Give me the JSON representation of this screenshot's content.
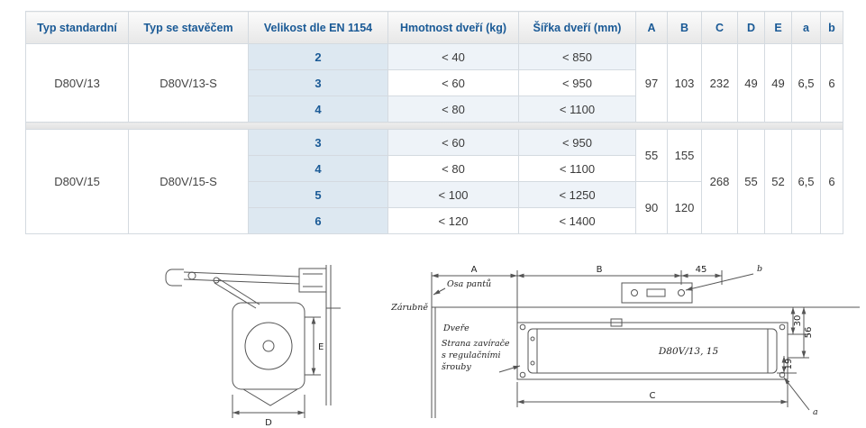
{
  "table": {
    "headers": {
      "type_standard": "Typ standardní",
      "type_with_hold": "Typ se stavěčem",
      "size": "Velikost dle EN 1154",
      "weight": "Hmotnost dveří (kg)",
      "door_width": "Šířka dveří (mm)",
      "A": "A",
      "B": "B",
      "C": "C",
      "D": "D",
      "E": "E",
      "a": "a",
      "b": "b"
    },
    "groups": [
      {
        "type_standard": "D80V/13",
        "type_with_hold": "D80V/13-S",
        "rows": [
          {
            "size": "2",
            "weight": "< 40",
            "width": "< 850"
          },
          {
            "size": "3",
            "weight": "< 60",
            "width": "< 950"
          },
          {
            "size": "4",
            "weight": "< 80",
            "width": "< 1100"
          }
        ],
        "A": "97",
        "B": "103",
        "C": "232",
        "D": "49",
        "E": "49",
        "a": "6,5",
        "b": "6"
      },
      {
        "type_standard": "D80V/15",
        "type_with_hold": "D80V/15-S",
        "rows": [
          {
            "size": "3",
            "weight": "< 60",
            "width": "< 950"
          },
          {
            "size": "4",
            "weight": "< 80",
            "width": "< 1100"
          },
          {
            "size": "5",
            "weight": "< 100",
            "width": "< 1250"
          },
          {
            "size": "6",
            "weight": "< 120",
            "width": "< 1400"
          }
        ],
        "ab_top": {
          "A": "55",
          "B": "155"
        },
        "ab_bottom": {
          "A": "90",
          "B": "120"
        },
        "C": "268",
        "D": "55",
        "E": "52",
        "a": "6,5",
        "b": "6"
      }
    ]
  },
  "left_drawing": {
    "dim_d": "D",
    "dim_e": "E"
  },
  "right_drawing": {
    "osa_pantu": "Osa pantů",
    "zarubne": "Zárubně",
    "dvere": "Dveře",
    "strana_l1": "Strana zavírače",
    "strana_l2": "s regulačními",
    "strana_l3": "šrouby",
    "model": "D80V/13, 15",
    "dim_A": "A",
    "dim_B": "B",
    "dim_45": "45",
    "dim_b": "b",
    "dim_C": "C",
    "dim_a": "a",
    "dim_56": "56",
    "dim_30": "30",
    "dim_19": "19"
  },
  "colors": {
    "header_text": "#1a5a96",
    "size_cell_bg": "#dde8f1",
    "stripe_bg": "#eef3f8",
    "border": "#d4dae0",
    "drawing_stroke": "#555555"
  }
}
